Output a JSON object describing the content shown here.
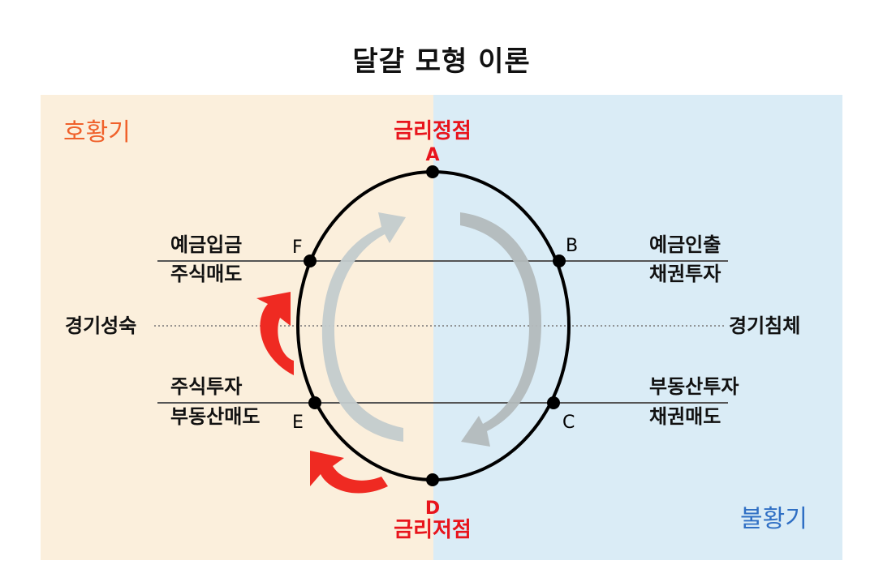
{
  "title": "달걀 모형 이론",
  "regions": {
    "boom": "호황기",
    "recession": "불황기"
  },
  "colors": {
    "boom_bg": "#fbefdc",
    "recession_bg": "#daecf6",
    "boom_text": "#f0612b",
    "recession_text": "#2f6fc4",
    "peak_text": "#e8141c",
    "arrow_red": "#ef2a22",
    "arrow_gray": "#b9c2c3",
    "line": "#000000"
  },
  "points": {
    "A": {
      "letter": "A",
      "name": "금리정점"
    },
    "B": {
      "letter": "B"
    },
    "C": {
      "letter": "C"
    },
    "D": {
      "letter": "D",
      "name": "금리저점"
    },
    "E": {
      "letter": "E"
    },
    "F": {
      "letter": "F"
    }
  },
  "labels": {
    "f_line1": "예금입금",
    "f_line2": "주식매도",
    "b_line1": "예금인출",
    "b_line2": "채권투자",
    "mid_left": "경기성숙",
    "mid_right": "경기침체",
    "e_line1": "주식투자",
    "e_line2": "부동산매도",
    "c_line1": "부동산투자",
    "c_line2": "채권매도"
  }
}
